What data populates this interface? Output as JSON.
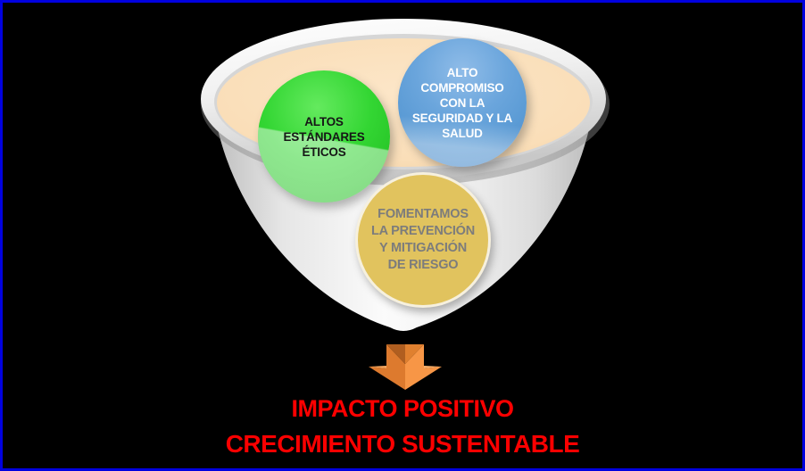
{
  "frame": {
    "background": "#000000",
    "border_color": "#0101DF",
    "corner_accent_color": "#C40000"
  },
  "funnel": {
    "rim_color": "#F2F2F2",
    "bowl_interior_color": "#FBDFB9",
    "cone_color": "#EDEDED",
    "bubbles": [
      {
        "id": "ethics",
        "label": "ALTOS\nESTÁNDARES\nÉTICOS",
        "fill": "#2ECC2E",
        "text_color": "#161616"
      },
      {
        "id": "safety-health",
        "label": "ALTO\nCOMPROMISO\nCON LA\nSEGURIDAD Y LA\nSALUD",
        "fill": "#5B9BD5",
        "text_color": "#FFFFFF"
      },
      {
        "id": "risk-prevention",
        "label": "FOMENTAMOS\nLA PREVENCIÓN\nY MITIGACIÓN\nDE RIESGO",
        "fill": "#E1C35E",
        "text_color": "#7C7C7C"
      }
    ]
  },
  "arrow": {
    "icon": "down-arrow-icon",
    "fill": "#ED8B3E"
  },
  "outcome": {
    "line1": {
      "text": "IMPACTO POSITIVO",
      "color": "#FF0000"
    },
    "line2": {
      "text": "CRECIMIENTO SUSTENTABLE",
      "color": "#FA0000"
    }
  }
}
